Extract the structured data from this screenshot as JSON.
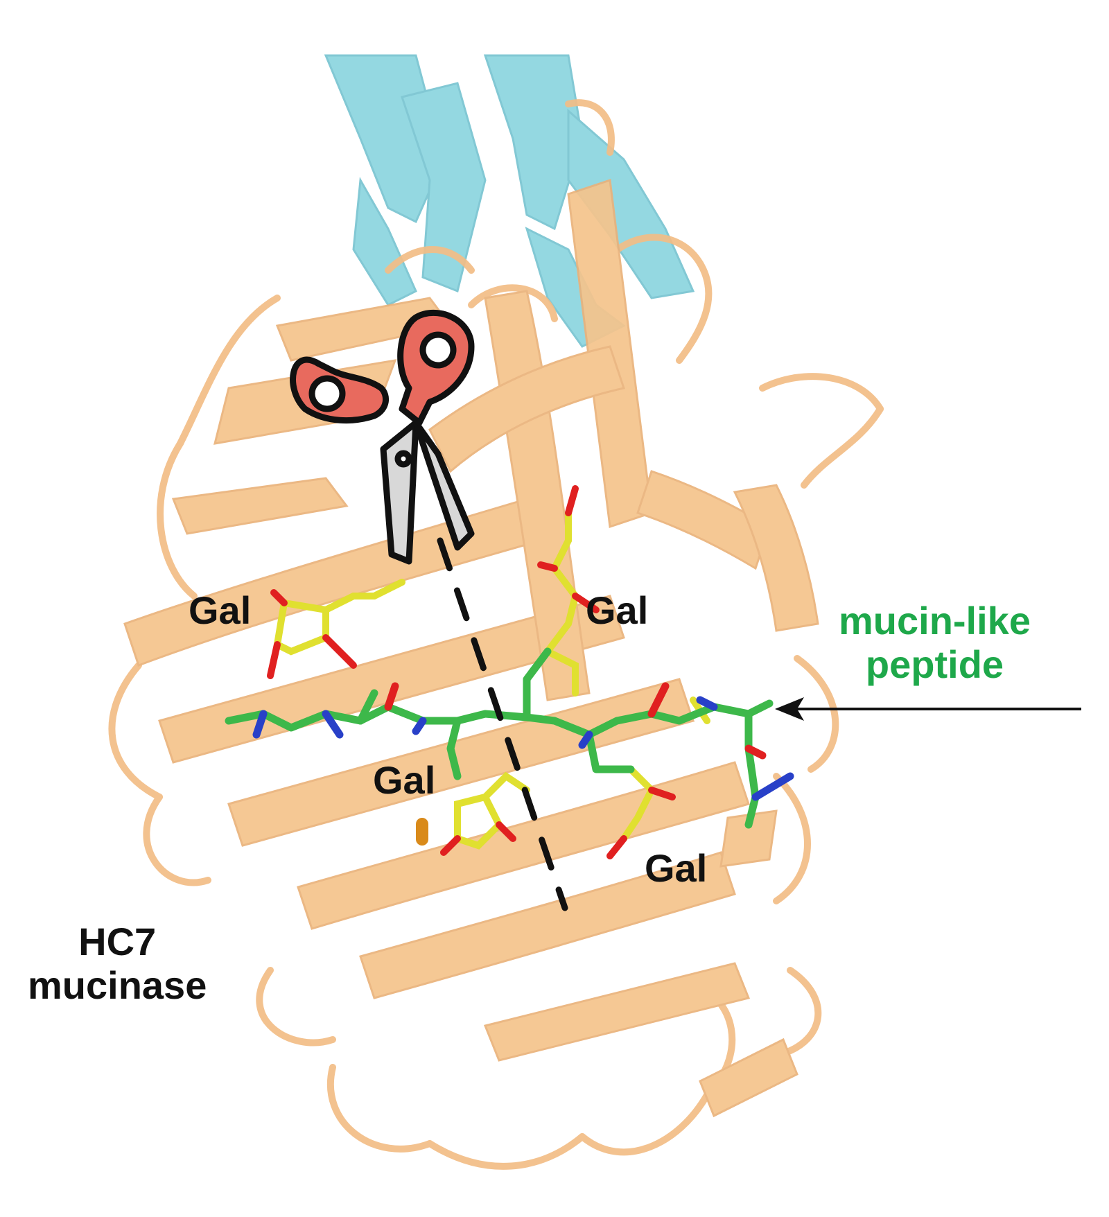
{
  "labels": {
    "gal_upper_left": "Gal",
    "gal_upper_right": "Gal",
    "gal_middle": "Gal",
    "gal_lower_right": "Gal",
    "peptide_line1": "mucin-like",
    "peptide_line2": "peptide",
    "enzyme_line1": "HC7",
    "enzyme_line2": "mucinase"
  },
  "colors": {
    "protein_ribbon": "#f5c48c",
    "protein_ribbon_edge": "#e8a868",
    "partner_ribbon": "#8fd6e0",
    "peptide_carbon": "#3db84a",
    "glycan_carbon": "#e0e030",
    "oxygen": "#e02020",
    "nitrogen": "#2840c8",
    "peptide_label": "#1ea84a",
    "label_text": "#111111",
    "scissor_handle": "#e86a5e",
    "scissor_blade": "#d8d8d8",
    "cut_line": "#111111",
    "arrow": "#111111"
  },
  "icons": {
    "cleavage": "scissors-icon"
  }
}
